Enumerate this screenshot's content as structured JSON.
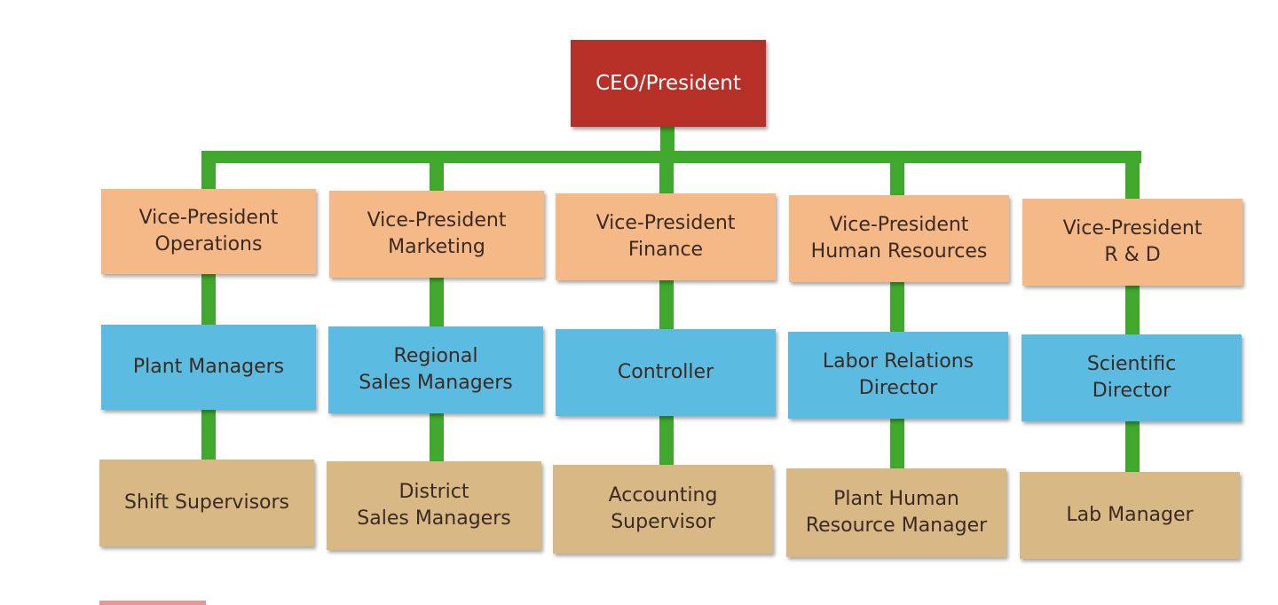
{
  "colors": {
    "connector": "#41a82e",
    "top_box": "#b63027",
    "vp_box": "#f5b987",
    "manager_box": "#5cbbe1",
    "supervisor_box": "#d8b985"
  },
  "top": {
    "label": "CEO/President"
  },
  "columns": [
    {
      "vp": "Vice-President\nOperations",
      "manager": "Plant Managers",
      "supervisor": "Shift Supervisors"
    },
    {
      "vp": "Vice-President\nMarketing",
      "manager": "Regional\nSales Managers",
      "supervisor": "District\nSales Managers"
    },
    {
      "vp": "Vice-President\nFinance",
      "manager": "Controller",
      "supervisor": "Accounting\nSupervisor"
    },
    {
      "vp": "Vice-President\nHuman Resources",
      "manager": "Labor Relations\nDirector",
      "supervisor": "Plant Human\nResource Manager"
    },
    {
      "vp": "Vice-President\nR & D",
      "manager": "Scientific\nDirector",
      "supervisor": "Lab Manager"
    }
  ]
}
